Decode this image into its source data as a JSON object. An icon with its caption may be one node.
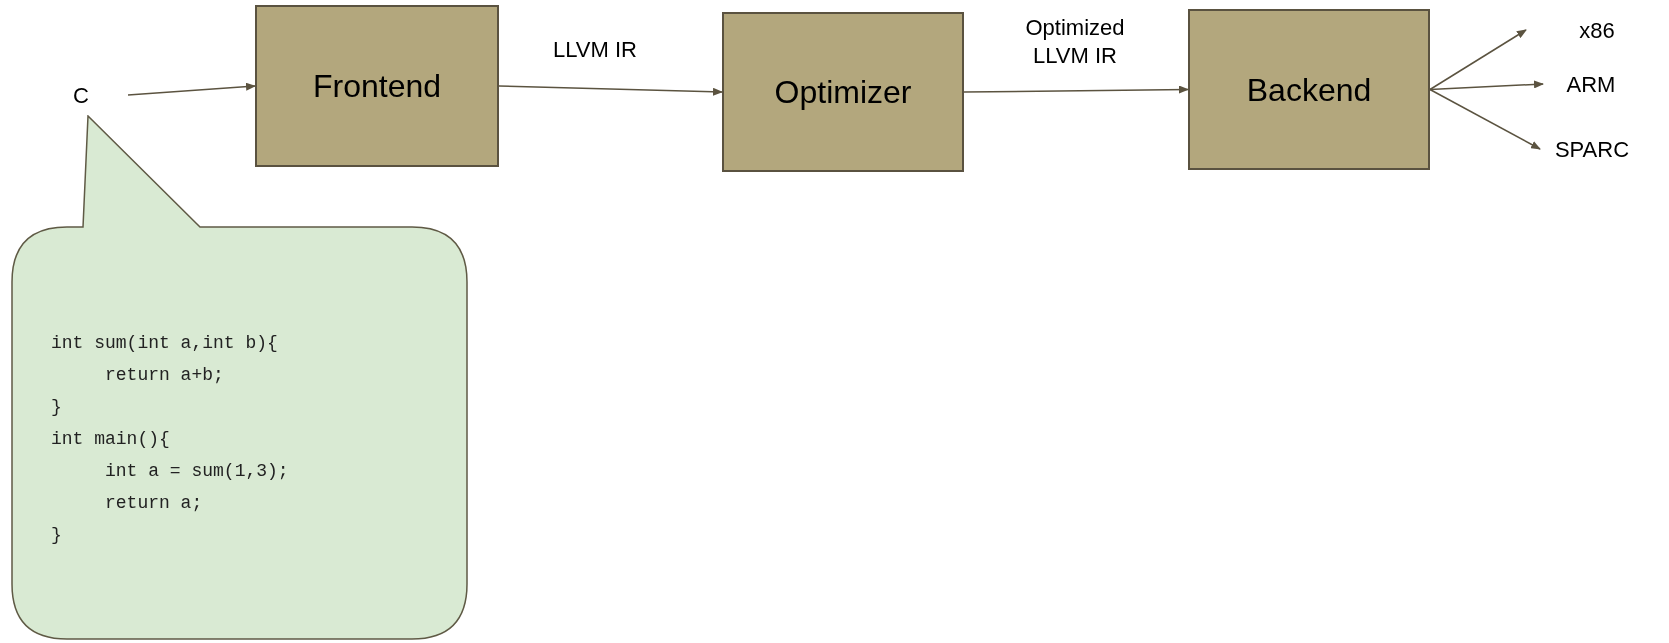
{
  "diagram": {
    "nodes": [
      {
        "text": [
          "C"
        ]
      },
      {
        "text": [
          "Frontend"
        ]
      },
      {
        "text": [
          "Optimizer"
        ]
      },
      {
        "text": [
          "Backend"
        ]
      },
      {
        "text": [
          "x86"
        ]
      },
      {
        "text": [
          "ARM"
        ]
      },
      {
        "text": [
          "SPARC"
        ]
      },
      {
        "text": [
          "int sum(int a,int b){",
          "     return a+b;",
          "}",
          "int main(){",
          "     int a = sum(1,3);",
          "     return a;",
          "}"
        ]
      }
    ],
    "edges": [
      {
        "from": 0,
        "to": 1,
        "arrow": "to"
      },
      {
        "from": 1,
        "to": 2,
        "arrow": "to",
        "label": "LLVM IR"
      },
      {
        "from": 2,
        "to": 3,
        "arrow": "to",
        "label": "Optimized LLVM IR"
      },
      {
        "from": 3,
        "to": 4,
        "arrow": "to"
      },
      {
        "from": 3,
        "to": 5,
        "arrow": "to"
      },
      {
        "from": 3,
        "to": 6,
        "arrow": "to"
      }
    ]
  }
}
